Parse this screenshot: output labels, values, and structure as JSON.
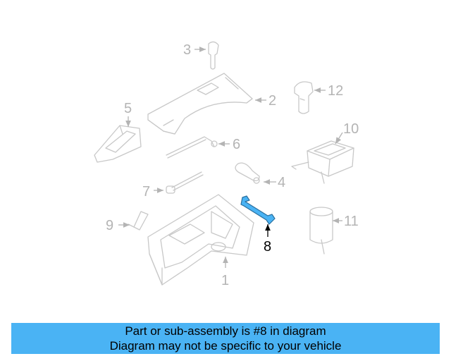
{
  "diagram": {
    "highlight_color": "#4ab3f4",
    "callouts": {
      "c1": "1",
      "c2": "2",
      "c3": "3",
      "c4": "4",
      "c5": "5",
      "c6": "6",
      "c7": "7",
      "c8": "8",
      "c9": "9",
      "c10": "10",
      "c11": "11",
      "c12": "12"
    },
    "highlighted_part": "8"
  },
  "banner": {
    "line1": "Part or sub-assembly is #8 in diagram",
    "line2": "Diagram may not be specific to your vehicle",
    "background": "#4ab3f4"
  }
}
